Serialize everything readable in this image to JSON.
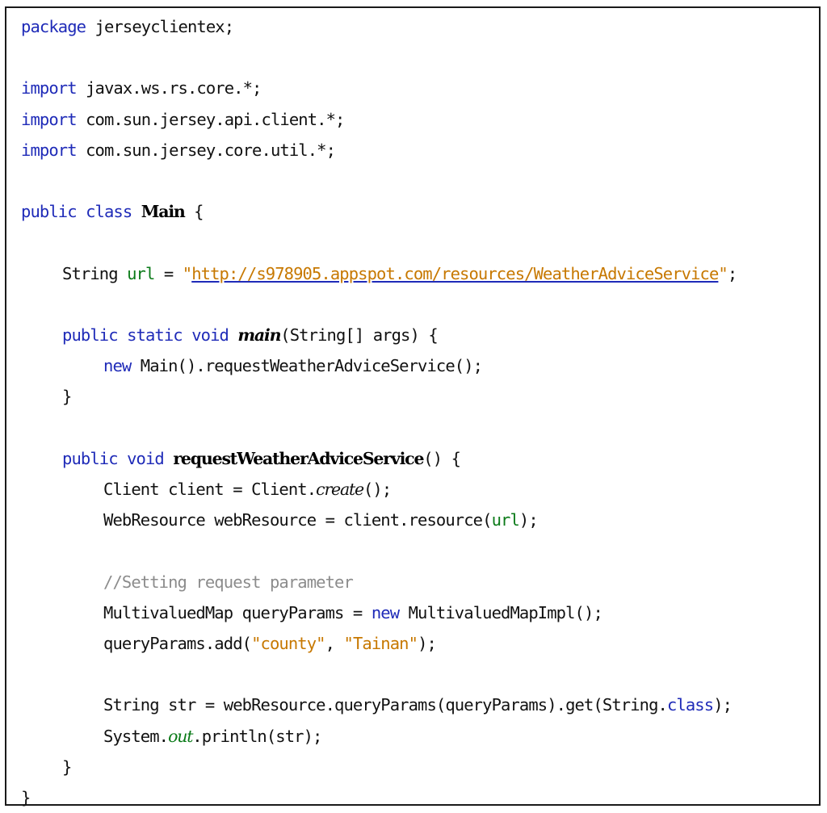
{
  "lines": [
    {
      "indent": 0,
      "tokens": [
        {
          "t": "package",
          "c": "kw"
        },
        {
          "t": " jerseyclientex;",
          "c": ""
        }
      ]
    },
    {
      "indent": 0,
      "tokens": []
    },
    {
      "indent": 0,
      "tokens": [
        {
          "t": "import",
          "c": "kw"
        },
        {
          "t": " javax.ws.rs.core.*;",
          "c": ""
        }
      ]
    },
    {
      "indent": 0,
      "tokens": [
        {
          "t": "import",
          "c": "kw"
        },
        {
          "t": " com.sun.jersey.api.client.*;",
          "c": ""
        }
      ]
    },
    {
      "indent": 0,
      "tokens": [
        {
          "t": "import",
          "c": "kw"
        },
        {
          "t": " com.sun.jersey.core.util.*;",
          "c": ""
        }
      ]
    },
    {
      "indent": 0,
      "tokens": []
    },
    {
      "indent": 0,
      "tokens": [
        {
          "t": "public class",
          "c": "kw"
        },
        {
          "t": " ",
          "c": ""
        },
        {
          "t": "Main",
          "c": "bold"
        },
        {
          "t": " {",
          "c": ""
        }
      ]
    },
    {
      "indent": 0,
      "tokens": []
    },
    {
      "indent": 1,
      "tokens": [
        {
          "t": "String ",
          "c": ""
        },
        {
          "t": "url",
          "c": "fld"
        },
        {
          "t": " = ",
          "c": ""
        },
        {
          "t": "\"",
          "c": "str"
        },
        {
          "t": "http://s978905.appspot.com/resources/WeatherAdviceService",
          "c": "url"
        },
        {
          "t": "\"",
          "c": "str"
        },
        {
          "t": ";",
          "c": ""
        }
      ]
    },
    {
      "indent": 0,
      "tokens": []
    },
    {
      "indent": 1,
      "tokens": [
        {
          "t": "public static void",
          "c": "kw"
        },
        {
          "t": " ",
          "c": ""
        },
        {
          "t": "main",
          "c": "bolditalic"
        },
        {
          "t": "(String[] args) {",
          "c": ""
        }
      ]
    },
    {
      "indent": 2,
      "tokens": [
        {
          "t": "new",
          "c": "kw"
        },
        {
          "t": " Main().requestWeatherAdviceService();",
          "c": ""
        }
      ]
    },
    {
      "indent": 1,
      "tokens": [
        {
          "t": "}",
          "c": ""
        }
      ]
    },
    {
      "indent": 0,
      "tokens": []
    },
    {
      "indent": 1,
      "tokens": [
        {
          "t": "public void",
          "c": "kw"
        },
        {
          "t": " ",
          "c": ""
        },
        {
          "t": "requestWeatherAdviceService",
          "c": "bold"
        },
        {
          "t": "() {",
          "c": ""
        }
      ]
    },
    {
      "indent": 2,
      "tokens": [
        {
          "t": "Client client = Client.",
          "c": ""
        },
        {
          "t": "create",
          "c": "ital"
        },
        {
          "t": "();",
          "c": ""
        }
      ]
    },
    {
      "indent": 2,
      "tokens": [
        {
          "t": "WebResource webResource = client.resource(",
          "c": ""
        },
        {
          "t": "url",
          "c": "fld"
        },
        {
          "t": ");",
          "c": ""
        }
      ]
    },
    {
      "indent": 0,
      "tokens": []
    },
    {
      "indent": 2,
      "tokens": [
        {
          "t": "//Setting request parameter",
          "c": "cmt"
        }
      ]
    },
    {
      "indent": 2,
      "tokens": [
        {
          "t": "MultivaluedMap queryParams = ",
          "c": ""
        },
        {
          "t": "new",
          "c": "kw"
        },
        {
          "t": " MultivaluedMapImpl();",
          "c": ""
        }
      ]
    },
    {
      "indent": 2,
      "tokens": [
        {
          "t": "queryParams.add(",
          "c": ""
        },
        {
          "t": "\"county\"",
          "c": "str"
        },
        {
          "t": ", ",
          "c": ""
        },
        {
          "t": "\"Tainan\"",
          "c": "str"
        },
        {
          "t": ");",
          "c": ""
        }
      ]
    },
    {
      "indent": 0,
      "tokens": []
    },
    {
      "indent": 2,
      "tokens": [
        {
          "t": "String str = webResource.queryParams(queryParams).get(String.",
          "c": ""
        },
        {
          "t": "class",
          "c": "kw"
        },
        {
          "t": ");",
          "c": ""
        }
      ]
    },
    {
      "indent": 2,
      "tokens": [
        {
          "t": "System.",
          "c": ""
        },
        {
          "t": "out",
          "c": "ital-fld"
        },
        {
          "t": ".println(str);",
          "c": ""
        }
      ]
    },
    {
      "indent": 1,
      "tokens": [
        {
          "t": "}",
          "c": ""
        }
      ]
    },
    {
      "indent": 0,
      "tokens": [
        {
          "t": "}",
          "c": ""
        }
      ]
    }
  ]
}
